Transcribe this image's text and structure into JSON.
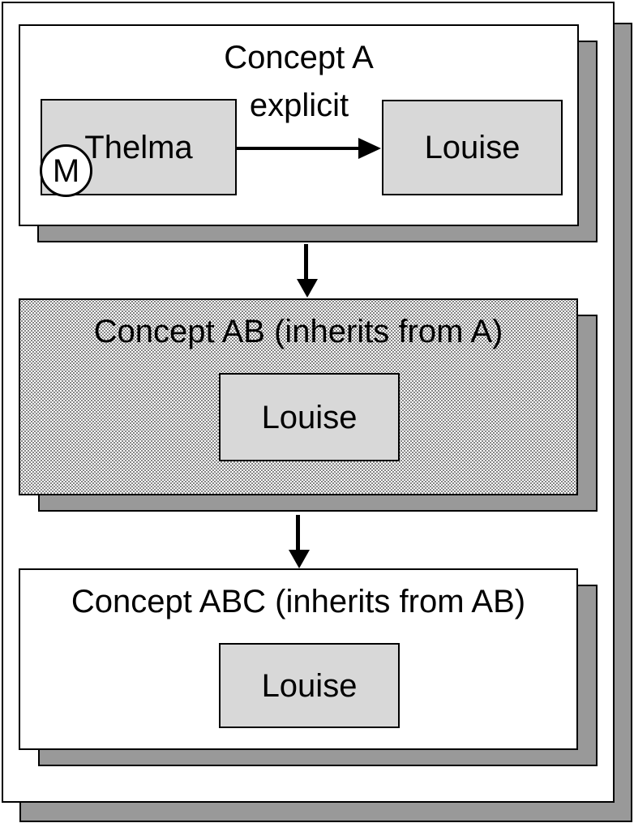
{
  "diagram": {
    "concept_a": {
      "title": "Concept A",
      "relation_label": "explicit",
      "source_node": "Thelma",
      "source_marker": "M",
      "target_node": "Louise"
    },
    "concept_ab": {
      "title": "Concept AB (inherits from A)",
      "node": "Louise"
    },
    "concept_abc": {
      "title": "Concept ABC (inherits from AB)",
      "node": "Louise"
    },
    "colors": {
      "node_fill": "#d8d8d8",
      "shadow_fill": "#999999",
      "border": "#000000",
      "page_fill": "#ffffff",
      "dotted_fill": "#fdfdfd"
    }
  }
}
